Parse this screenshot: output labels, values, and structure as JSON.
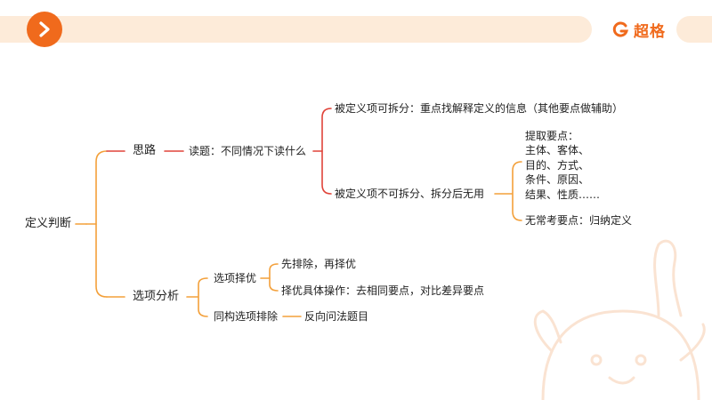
{
  "header": {
    "nav_icon": "chevron-right-icon",
    "logo_icon": "brand-swirl-icon",
    "logo_text": "超格",
    "accent": "#f06a1c",
    "bar_color": "#fdebd9"
  },
  "mindmap": {
    "root": "定义判断",
    "branch1": {
      "label": "思路",
      "child": "读题：不同情况下读什么",
      "sub1": "被定义项可拆分：重点找解释定义的信息（其他要点做辅助）",
      "sub2": "被定义项不可拆分、拆分后无用",
      "sub2_leaf1_lines": [
        "提取要点：",
        "主体、客体、",
        "目的、方式、",
        "条件、原因、",
        "结果、性质……"
      ],
      "sub2_leaf2": "无常考要点：归纳定义"
    },
    "branch2": {
      "label": "选项分析",
      "child1": "选项择优",
      "child1_leaf1": "先排除，再择优",
      "child1_leaf2": "择优具体操作：去相同要点，对比差异要点",
      "child2": "同构选项排除",
      "child2_leaf": "反向问法题目"
    },
    "colors": {
      "red": "#e0443a",
      "orange": "#f3a03a"
    }
  }
}
